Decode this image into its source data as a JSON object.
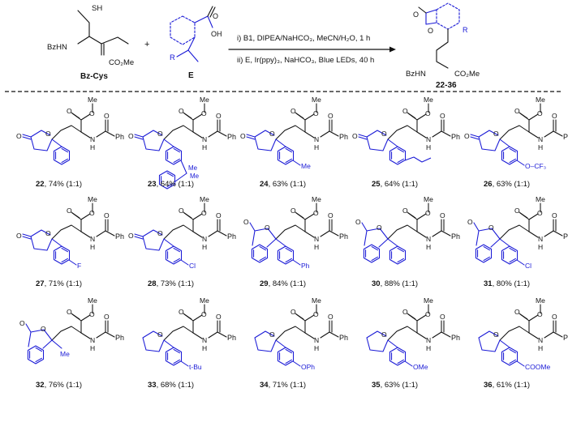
{
  "scheme": {
    "reactant1_label": "Bz-Cys",
    "reactant2_label": "E",
    "plus_sign": "+",
    "condition_step1": "i) B1, DIPEA/NaHCO₃, MeCN/H₂O, 1 h",
    "condition_step2": "ii) E, Ir(ppy)₃, NaHCO₃, Blue LEDs, 40 h",
    "product_range_label": "22-36",
    "atom_labels": {
      "sh": "SH",
      "bzhn": "BzHN",
      "co2me": "CO₂Me",
      "r": "R",
      "oh": "OH",
      "o": "O",
      "me": "Me",
      "ph": "Ph",
      "nh": "N",
      "h": "H"
    }
  },
  "colors": {
    "ink": "#111111",
    "accent": "#1a1ad6"
  },
  "products": [
    {
      "id": "22",
      "yield": ", 74%",
      "dr": "(1:1)",
      "core": "lactone",
      "aryl": "phenyl",
      "sub": ""
    },
    {
      "id": "23",
      "yield": ", 64%",
      "dr": "(1:1)",
      "core": "lactone",
      "aryl": "fluorenyl",
      "sub": "Me Me"
    },
    {
      "id": "24",
      "yield": ", 63%",
      "dr": "(1:1)",
      "core": "lactone",
      "aryl": "para",
      "sub": "Me"
    },
    {
      "id": "25",
      "yield": ", 64%",
      "dr": "(1:1)",
      "core": "lactone",
      "aryl": "butyl",
      "sub": ""
    },
    {
      "id": "26",
      "yield": ", 63%",
      "dr": "(1:1)",
      "core": "lactone",
      "aryl": "para",
      "sub": "O–CF₃"
    },
    {
      "id": "27",
      "yield": ", 71%",
      "dr": "(1:1)",
      "core": "lactone",
      "aryl": "para",
      "sub": "F"
    },
    {
      "id": "28",
      "yield": ", 73%",
      "dr": "(1:1)",
      "core": "lactone",
      "aryl": "para",
      "sub": "Cl"
    },
    {
      "id": "29",
      "yield": ", 84%",
      "dr": "(1:1)",
      "core": "phthalide",
      "aryl": "para",
      "sub": "Ph"
    },
    {
      "id": "30",
      "yield": ", 88%",
      "dr": "(1:1)",
      "core": "phthalide",
      "aryl": "phenyl",
      "sub": ""
    },
    {
      "id": "31",
      "yield": ", 80%",
      "dr": "(1:1)",
      "core": "phthalide",
      "aryl": "para",
      "sub": "Cl"
    },
    {
      "id": "32",
      "yield": ", 76%",
      "dr": "(1:1)",
      "core": "phthalide",
      "aryl": "methyl",
      "sub": "Me"
    },
    {
      "id": "33",
      "yield": ", 68%",
      "dr": "(1:1)",
      "core": "thf",
      "aryl": "para",
      "sub": "t-Bu"
    },
    {
      "id": "34",
      "yield": ", 71%",
      "dr": "(1:1)",
      "core": "thf",
      "aryl": "para",
      "sub": "OPh"
    },
    {
      "id": "35",
      "yield": ", 63%",
      "dr": "(1:1)",
      "core": "thf",
      "aryl": "para",
      "sub": "OMe"
    },
    {
      "id": "36",
      "yield": ", 61%",
      "dr": "(1:1)",
      "core": "thf",
      "aryl": "para",
      "sub": "COOMe"
    }
  ]
}
